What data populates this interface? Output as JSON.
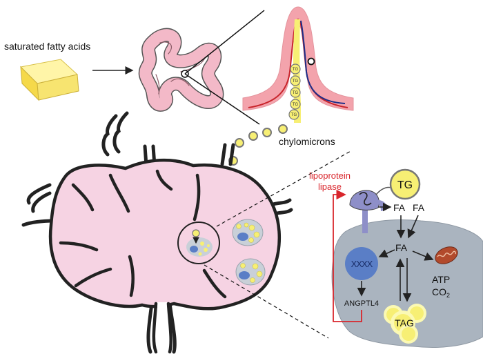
{
  "labels": {
    "source": "saturated fatty acids",
    "chylomicrons": "chylomicrons",
    "enzyme_line1": "lipoprotein",
    "enzyme_line2": "lipase",
    "tg": "TG",
    "tg_small": "TG",
    "fa_left": "FA",
    "fa_right": "FA",
    "fa_center": "FA",
    "dna": "XXXX",
    "angptl4": "ANGPTL4",
    "tag": "TAG",
    "atp": "ATP",
    "co2": "CO",
    "co2_sub": "2"
  },
  "colors": {
    "intestine": "#f3b9c8",
    "villus": "#f3a3ac",
    "node": "#f6d3e3",
    "cell": "#aab4bf",
    "nucleus": "#5a7ec6",
    "lipid": "#f7ef74",
    "inhibition": "#d9262c",
    "enzyme": "#8e8fc8",
    "mitochondrion": "#b24a2c"
  }
}
